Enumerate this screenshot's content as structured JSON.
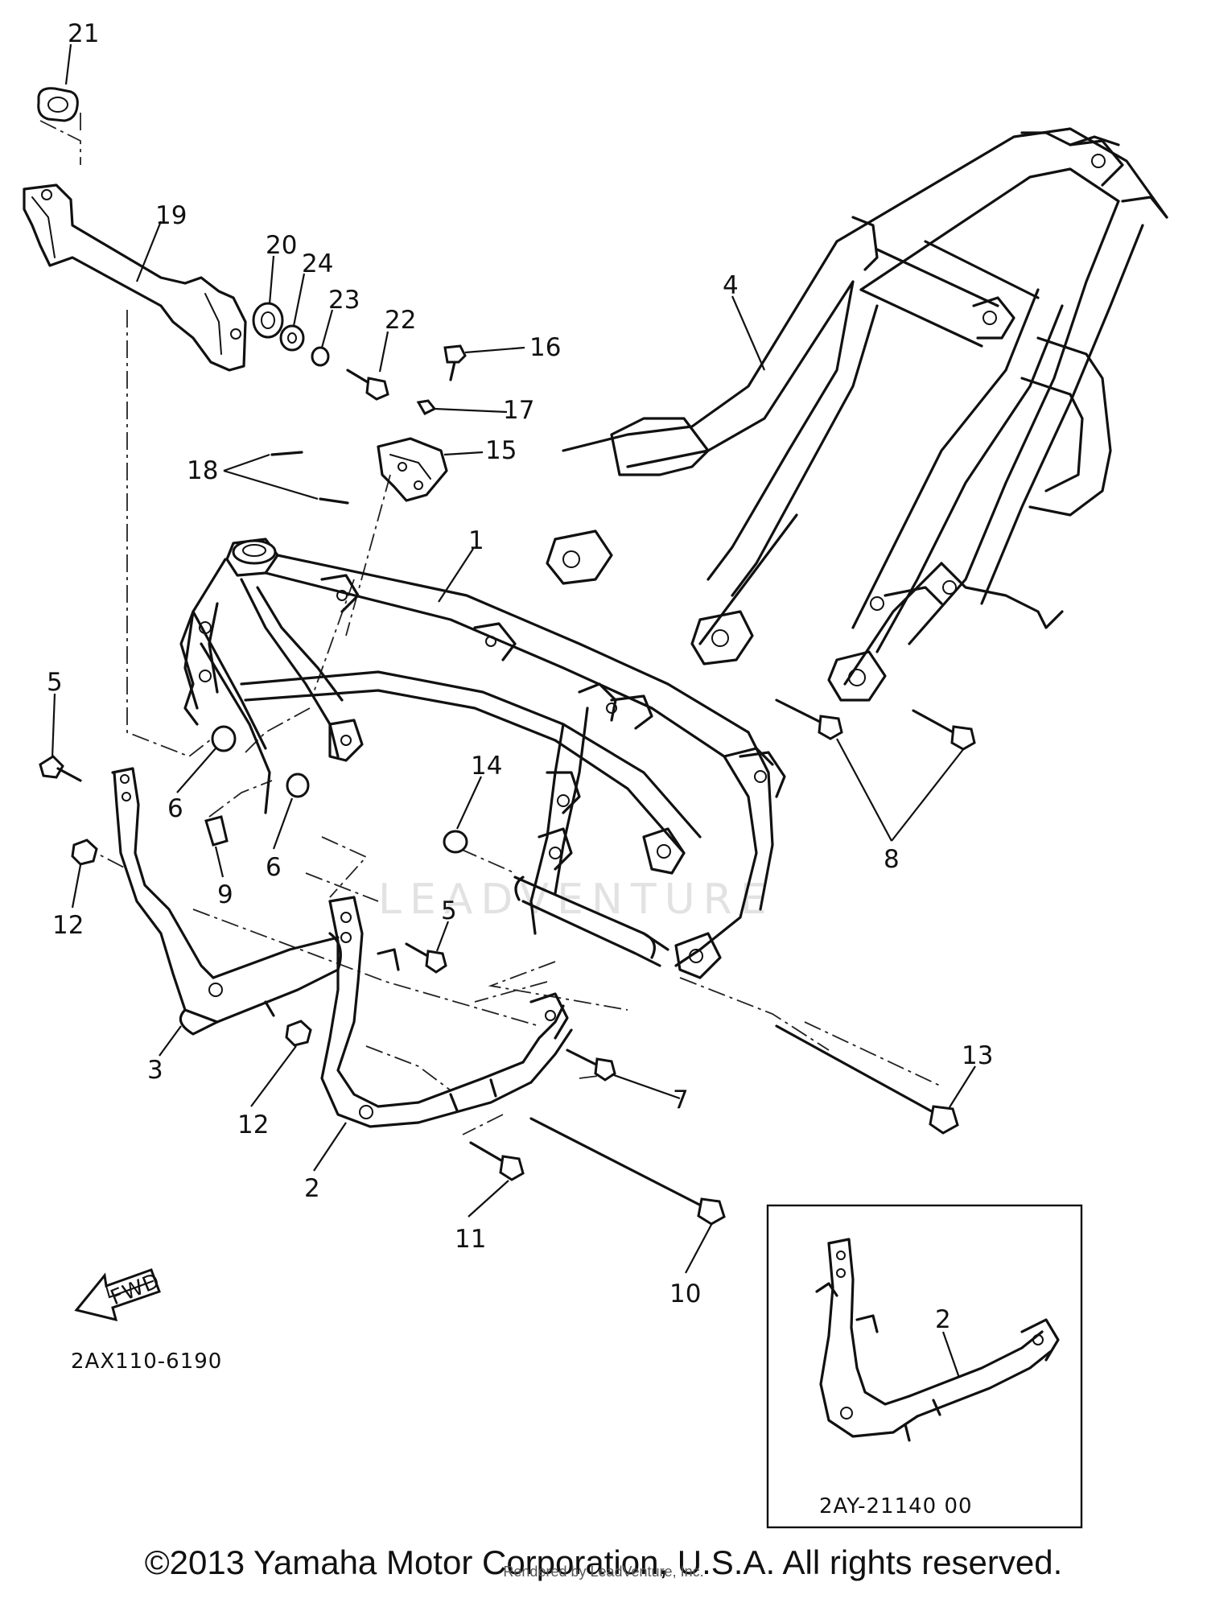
{
  "diagram": {
    "callouts": {
      "p1": "1",
      "p2": "2",
      "p3": "3",
      "p4": "4",
      "p5a": "5",
      "p5b": "5",
      "p6a": "6",
      "p6b": "6",
      "p7": "7",
      "p8": "8",
      "p9": "9",
      "p10": "10",
      "p11": "11",
      "p12a": "12",
      "p12b": "12",
      "p13": "13",
      "p14": "14",
      "p15": "15",
      "p16": "16",
      "p17": "17",
      "p18": "18",
      "p19": "19",
      "p20": "20",
      "p21": "21",
      "p22": "22",
      "p23": "23",
      "p24": "24",
      "p2inset": "2"
    },
    "fwd_label": "FWD",
    "diagram_code": "2AX110-6190",
    "inset_code": "2AY-21140 00",
    "watermark": "LEADVENTURE"
  },
  "footer": {
    "copyright": "©2013 Yamaha Motor Corporation, U.S.A. All rights reserved.",
    "rendered_by": "Rendered by LeadVenture, Inc."
  }
}
